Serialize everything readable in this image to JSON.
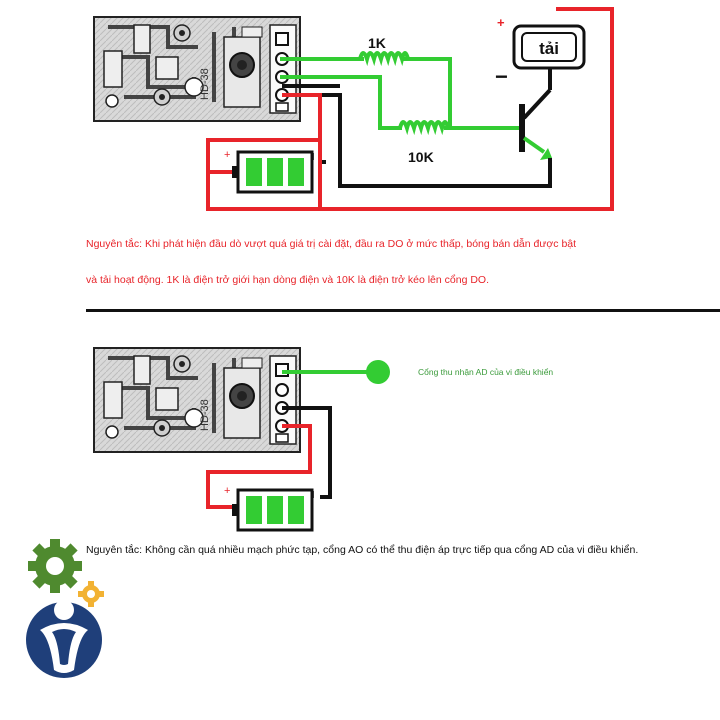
{
  "colors": {
    "wire_green": "#33cc33",
    "wire_red": "#e8242a",
    "wire_black": "#111111",
    "battery_cell": "#33cc33",
    "note_red": "#e8242a",
    "ad_label": "#3a9a3a",
    "logo_gear_green": "#4f8a2f",
    "logo_gear_yellow": "#f2b233",
    "logo_blue": "#1f3f7a"
  },
  "circuit_top": {
    "resistor_1_label": "1K",
    "resistor_2_label": "10K",
    "load_label": "tải",
    "plus_sign": "+",
    "minus_sign": "−",
    "module_label": "HD-38",
    "battery_plus": "+",
    "battery_minus": "I"
  },
  "circuit_bottom": {
    "ad_port_label": "Cổng thu nhận AD của vi điều khiển",
    "module_label": "HD-38",
    "battery_plus": "+",
    "battery_minus": "I"
  },
  "notes": {
    "top_line1": "Nguyên tắc: Khi phát hiện đầu dò vượt quá giá trị cài đặt, đầu ra DO ở mức thấp, bóng bán dẫn được bật",
    "top_line2": "và tải hoạt động. 1K là điện trở giới hạn dòng điện và 10K là điện trở kéo lên cổng DO.",
    "bottom_line": "Nguyên tắc: Không cần quá nhiều mạch phức tạp, cổng AO có thể thu điện áp trực tiếp qua cổng AD của vi điều khiển."
  },
  "logo": {
    "icons": [
      "gear-icon",
      "gear-icon",
      "person-icon"
    ]
  }
}
